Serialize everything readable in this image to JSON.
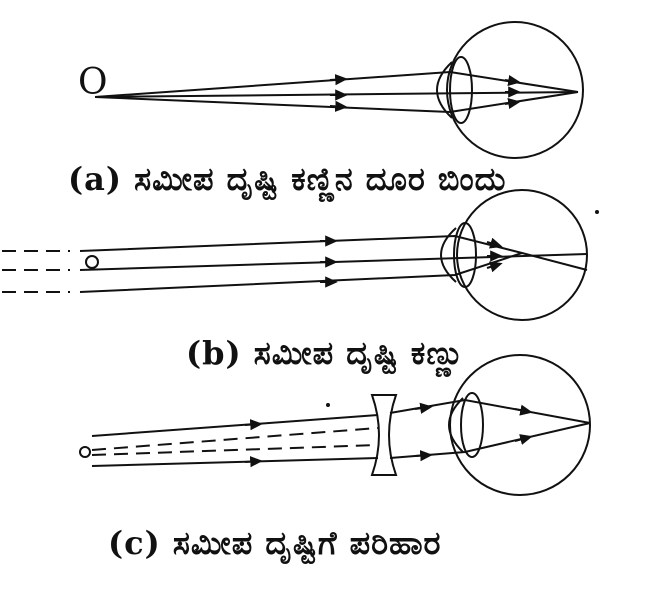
{
  "captions": {
    "a": "(a) ಸಮೀಪ ದೃಷ್ಟಿ ಕಣ್ಣಿನ ದೂರ ಬಿಂದು",
    "b": "(b) ಸಮೀಪ ದೃಷ್ಟಿ ಕಣ್ಣು",
    "c": "(c) ಸಮೀಪ ದೃಷ್ಟಿಗೆ ಪರಿಹಾರ"
  },
  "object_label": "O",
  "colors": {
    "ink": "#111111",
    "background": "#ffffff"
  }
}
